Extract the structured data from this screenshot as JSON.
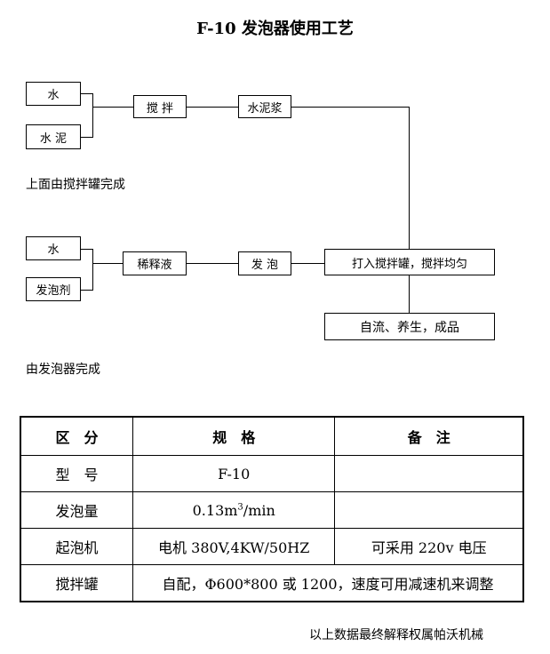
{
  "title": "F-10 发泡器使用工艺",
  "flow": {
    "water_1": "水",
    "cement": "水 泥",
    "stir": "搅 拌",
    "slurry": "水泥浆",
    "note_top": "上面由搅拌罐完成",
    "water_2": "水",
    "foaming_agent": "发泡剂",
    "diluent": "稀释液",
    "foam": "发 泡",
    "mix": "打入搅拌罐，搅拌均匀",
    "cure": "自流、养生，成品",
    "note_bottom": "由发泡器完成"
  },
  "table": {
    "headers": [
      "区　分",
      "规　格",
      "备　注"
    ],
    "rows": [
      {
        "label": "型　号",
        "spec": "F-10",
        "remark": ""
      },
      {
        "label": "发泡量",
        "spec_main": "0.13m",
        "spec_sup": "3",
        "spec_tail": "/min",
        "remark": ""
      },
      {
        "label": "起泡机",
        "spec": "电机 380V,4KW/50HZ",
        "remark": "可采用 220v 电压"
      },
      {
        "label": "搅拌罐",
        "spec_wide": "自配，Φ600*800 或 1200，速度可用减速机来调整"
      }
    ]
  },
  "footer": "以上数据最终解释权属帕沃机械"
}
